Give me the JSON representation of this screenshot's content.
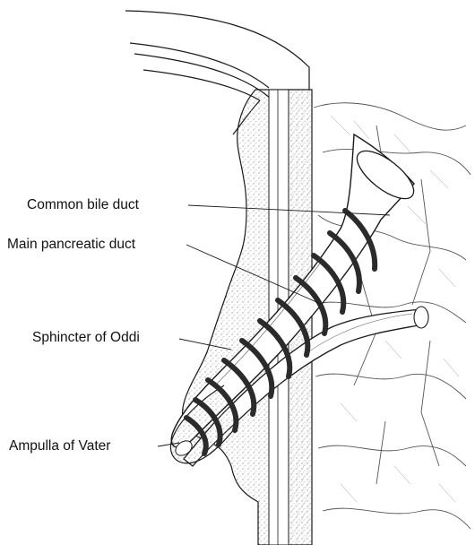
{
  "labels": {
    "common_bile_duct": "Common bile duct",
    "main_pancreatic_duct": "Main pancreatic duct",
    "sphincter_of_oddi": "Sphincter of Oddi",
    "ampulla_of_vater": "Ampulla of Vater"
  },
  "colors": {
    "ink": "#1a1a1a",
    "muscle": "#2b2b2b",
    "wall_stipple": "#f2f2f2",
    "duct_lumen": "#ffffff"
  }
}
